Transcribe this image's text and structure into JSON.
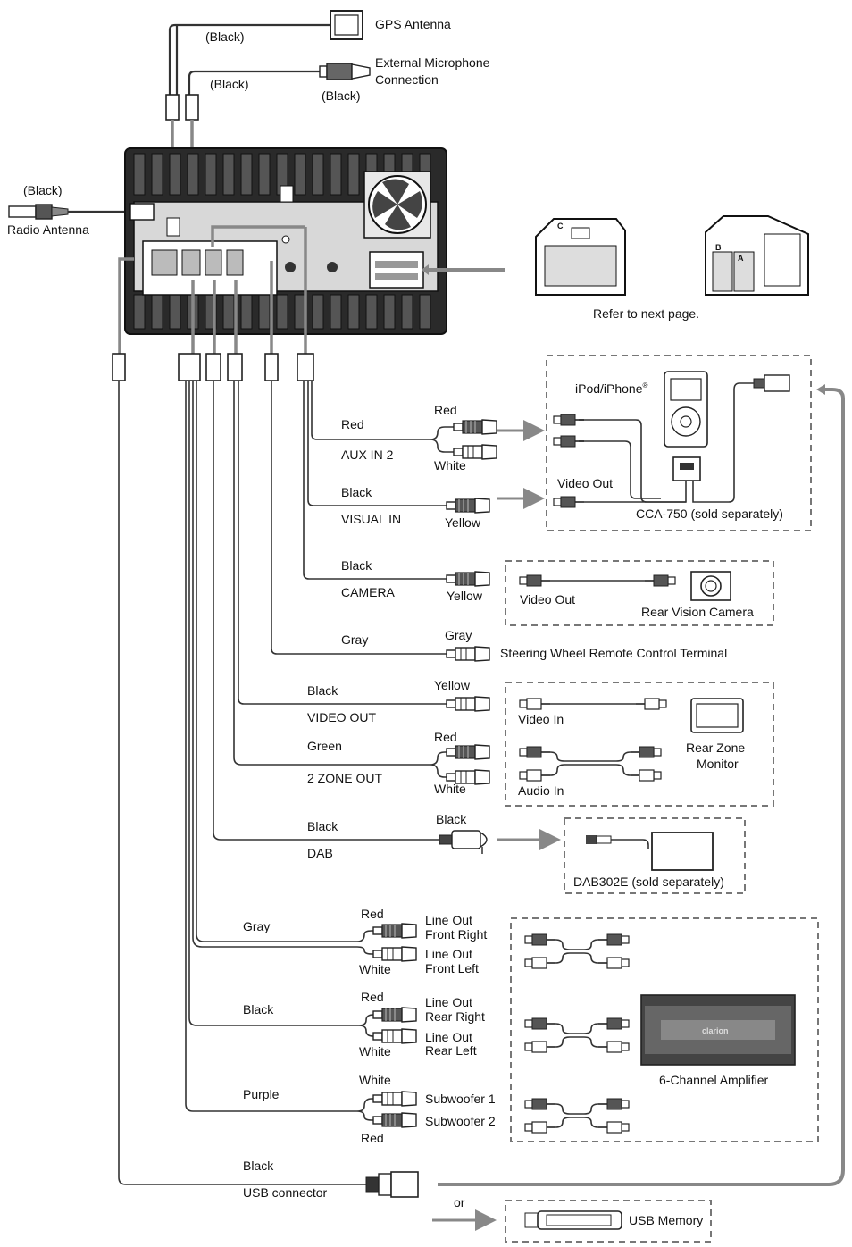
{
  "top": {
    "gps_label": "GPS Antenna",
    "gps_wire_color": "(Black)",
    "mic_label_1": "External Microphone",
    "mic_label_2": "Connection",
    "mic_wire_color": "(Black)",
    "mic_plug_color": "(Black)",
    "radio_color": "(Black)",
    "radio_label": "Radio Antenna"
  },
  "connectors": {
    "letter_c": "C",
    "letter_b": "B",
    "letter_a": "A",
    "refer": "Refer to next page."
  },
  "wires": {
    "aux_wire": "Red",
    "aux_name": "AUX IN 2",
    "aux_plug_top": "Red",
    "aux_plug_bottom": "White",
    "visual_wire": "Black",
    "visual_name": "VISUAL IN",
    "visual_plug": "Yellow",
    "camera_wire": "Black",
    "camera_name": "CAMERA",
    "camera_plug": "Yellow",
    "steering_wire": "Gray",
    "steering_plug": "Gray",
    "steering_name": "Steering Wheel Remote Control Terminal",
    "video_out_wire": "Black",
    "video_out_name": "VIDEO OUT",
    "video_out_plug": "Yellow",
    "zone_wire": "Green",
    "zone_name": "2 ZONE OUT",
    "zone_plug_top": "Red",
    "zone_plug_bottom": "White",
    "dab_wire": "Black",
    "dab_name": "DAB",
    "dab_plug": "Black",
    "front_wire": "Gray",
    "front_red": "Red",
    "front_white": "White",
    "front_right_1": "Line Out",
    "front_right_2": "Front Right",
    "front_left_1": "Line Out",
    "front_left_2": "Front Left",
    "rear_wire": "Black",
    "rear_red": "Red",
    "rear_white": "White",
    "rear_right_1": "Line Out",
    "rear_right_2": "Rear Right",
    "rear_left_1": "Line Out",
    "rear_left_2": "Rear Left",
    "sub_wire": "Purple",
    "sub_white": "White",
    "sub_red": "Red",
    "sub1": "Subwoofer 1",
    "sub2": "Subwoofer 2",
    "usb_wire": "Black",
    "usb_name": "USB connector",
    "or_label": "or"
  },
  "boxes": {
    "ipod_label": "iPod/iPhone",
    "ipod_reg": "®",
    "cca_video_out": "Video Out",
    "cca_label": "CCA-750 (sold separately)",
    "camera_video_out": "Video Out",
    "camera_label": "Rear Vision Camera",
    "monitor_video_in": "Video In",
    "monitor_audio_in": "Audio In",
    "monitor_label_1": "Rear Zone",
    "monitor_label_2": "Monitor",
    "dab_box_label": "DAB302E (sold separately)",
    "amp_brand": "clarion",
    "amp_label": "6-Channel Amplifier",
    "usb_memory": "USB Memory"
  }
}
